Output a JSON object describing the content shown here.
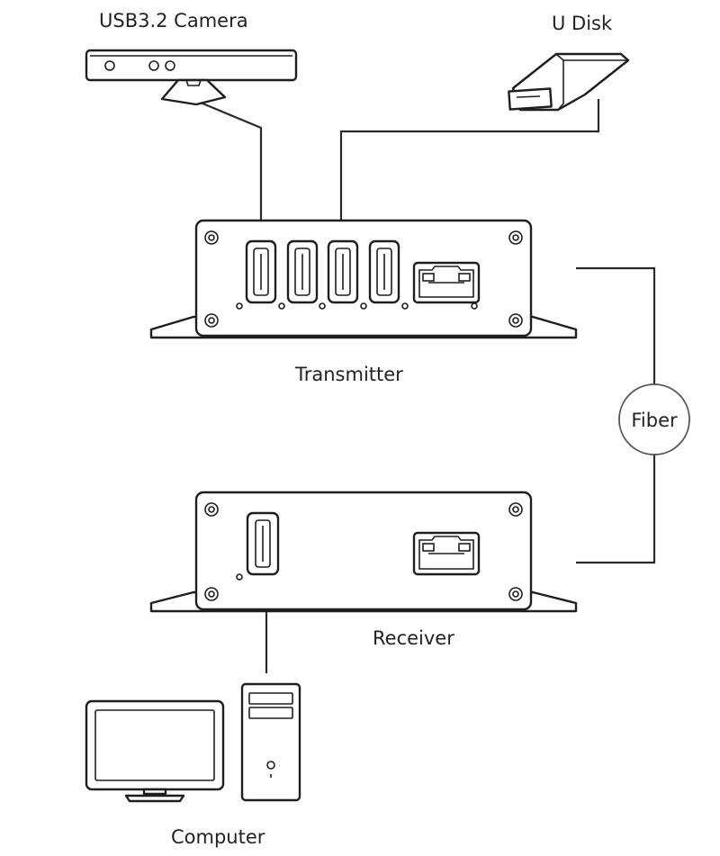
{
  "labels": {
    "camera": "USB3.2 Camera",
    "udisk": "U Disk",
    "transmitter": "Transmitter",
    "fiber": "Fiber",
    "receiver": "Receiver",
    "computer": "Computer"
  },
  "colors": {
    "line": "#2a2a2a",
    "text": "#222222",
    "background": "#ffffff"
  },
  "icons": {
    "camera": "usb-camera-icon",
    "udisk": "usb-flash-drive-icon",
    "monitor": "monitor-icon",
    "tower": "pc-tower-icon"
  },
  "devices": {
    "transmitter_usb_ports": 4,
    "transmitter_sfp_ports": 1,
    "receiver_usb_ports": 1,
    "receiver_sfp_ports": 1
  }
}
